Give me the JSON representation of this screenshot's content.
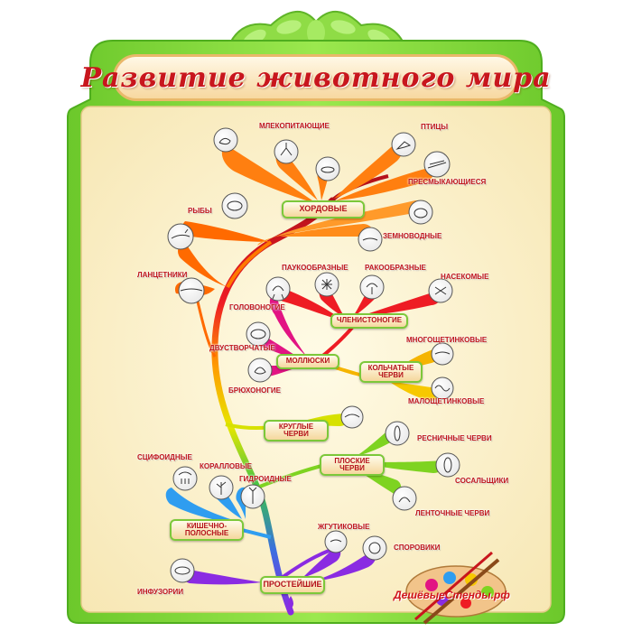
{
  "title": "Развитие животного мира",
  "groups": {
    "chordates": "ХОРДОВЫЕ",
    "arthropods": "ЧЛЕНИСТОНОГИЕ",
    "mollusks": "МОЛЛЮСКИ",
    "annelids": "КОЛЬЧАТЫЕ ЧЕРВИ",
    "roundworms": "КРУГЛЫЕ ЧЕРВИ",
    "flatworms": "ПЛОСКИЕ ЧЕРВИ",
    "coelenterates": "КИШЕЧНО-ПОЛОСНЫЕ",
    "protozoa": "ПРОСТЕЙШИЕ"
  },
  "labels": {
    "mammals": "МЛЕКОПИТАЮЩИЕ",
    "birds": "ПТИЦЫ",
    "reptiles": "ПРЕСМЫКАЮЩИЕСЯ",
    "fish": "РЫБЫ",
    "amphibians": "ЗЕМНОВОДНЫЕ",
    "lancelets": "ЛАНЦЕТНИКИ",
    "arachnids": "ПАУКООБРАЗНЫЕ",
    "crustaceans": "РАКООБРАЗНЫЕ",
    "insects": "НАСЕКОМЫЕ",
    "cephalopods": "ГОЛОВОНОГИЕ",
    "bivalves": "ДВУСТВОРЧАТЫЕ",
    "gastropods": "БРЮХОНОГИЕ",
    "polychaetes": "МНОГОЩЕТИНКОВЫЕ",
    "oligochaetes": "МАЛОЩЕТИНКОВЫЕ",
    "ciliated_worms": "РЕСНИЧНЫЕ ЧЕРВИ",
    "flukes": "СОСАЛЬЩИКИ",
    "tapeworms": "ЛЕНТОЧНЫЕ ЧЕРВИ",
    "scyphozoa": "СЦИФОИДНЫЕ",
    "corals": "КОРАЛЛОВЫЕ",
    "hydroids": "ГИДРОИДНЫЕ",
    "flagellates": "ЖГУТИКОВЫЕ",
    "sporozoa": "СПОРОВИКИ",
    "ciliates": "ИНФУЗОРИИ"
  },
  "brand": "ДешёвыеСтенды.рф",
  "colors": {
    "frame": "#7ed83a",
    "frame_dark": "#4fae1e",
    "background": "#fbf3d6",
    "title_text": "#c8161d",
    "label_text": "#c0161c"
  }
}
